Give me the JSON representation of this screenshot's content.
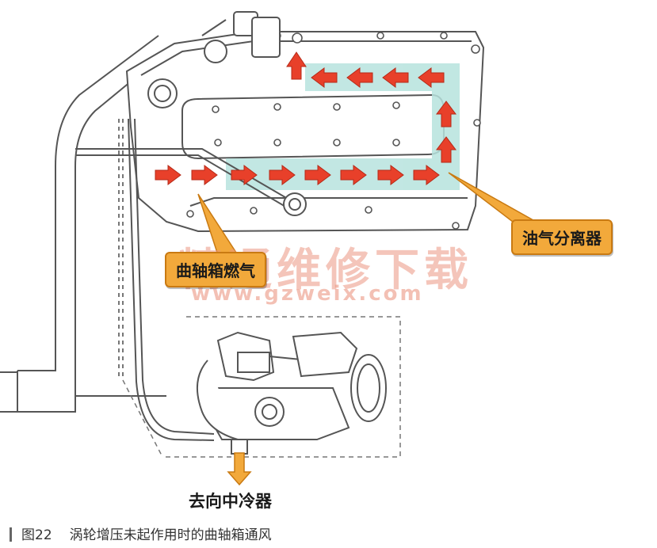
{
  "colors": {
    "flow_arrow": "#e8402a",
    "separator_highlight": "#b7e3de",
    "callout_fill": "#f2a93b",
    "line_art": "#555555"
  },
  "labels": {
    "oil_separator": "油气分离器",
    "crankcase_gas": "曲轴箱燃气",
    "to_intercooler": "去向中冷器"
  },
  "watermark": {
    "text_cn": "精通维修下载",
    "url": "www.gzweix.com"
  },
  "caption": {
    "figure_number": "图22",
    "title": "涡轮增压未起作用时的曲轴箱通风"
  }
}
